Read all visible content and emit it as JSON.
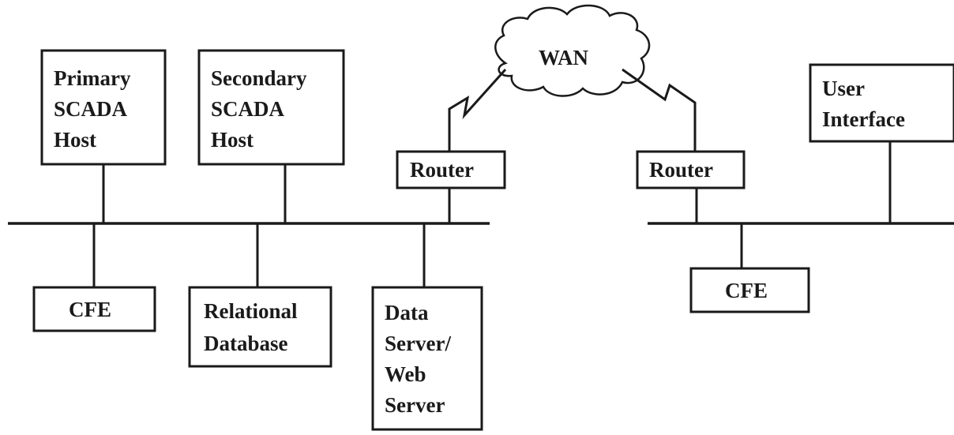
{
  "diagram": {
    "primary_host": {
      "lines": [
        "Primary",
        "SCADA",
        "Host"
      ]
    },
    "secondary_host": {
      "lines": [
        "Secondary",
        "SCADA",
        "Host"
      ]
    },
    "wan": {
      "label": "WAN"
    },
    "router_left": {
      "label": "Router"
    },
    "router_right": {
      "label": "Router"
    },
    "user_interface": {
      "lines": [
        "User",
        "Interface"
      ]
    },
    "cfe_left": {
      "label": "CFE"
    },
    "relational_db": {
      "lines": [
        "Relational",
        "Database"
      ]
    },
    "data_server": {
      "lines": [
        "Data",
        "Server/",
        "Web",
        "Server"
      ]
    },
    "cfe_right": {
      "label": "CFE"
    }
  }
}
